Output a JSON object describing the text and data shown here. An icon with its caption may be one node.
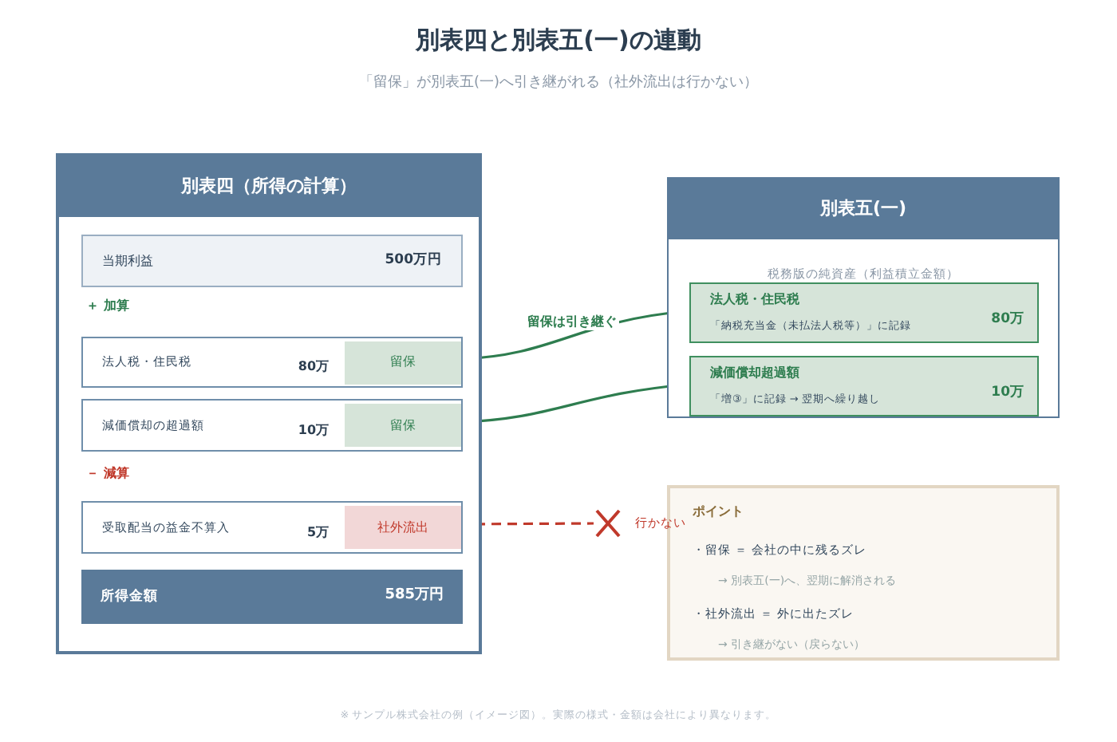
{
  "diagram": {
    "title": "別表四と別表五(一)の連動",
    "caption": "※ サンプル株式会社の例（イメージ図）。実際の様式・金額は会社により異なります。",
    "nodes": [
      {
        "text": [
          "別表四（所得の計算）"
        ]
      },
      {
        "text": [
          "当期利益",
          "500万円"
        ],
        "in": 0
      },
      {
        "text": [
          "法人税・住民税",
          "80万",
          "留保"
        ],
        "in": 0
      },
      {
        "text": [
          "減価償却の超過額",
          "10万",
          "留保"
        ],
        "in": 0
      },
      {
        "text": [
          "受取配当の益金不算入",
          "5万",
          "社外流出"
        ],
        "in": 0
      },
      {
        "text": [
          "所得金額",
          "585万円"
        ],
        "in": 0
      },
      {
        "text": [
          "別表五(一)",
          "税務版の純資産（利益積立金額）"
        ]
      },
      {
        "text": [
          "法人税・住民税",
          "「納税充当金（未払法人税等）」に記録",
          "80万"
        ],
        "in": 6
      },
      {
        "text": [
          "減価償却超過額",
          "「増③」に記録 → 翌期へ繰り越し",
          "10万"
        ],
        "in": 6
      },
      {
        "text": [
          "ポイント",
          "・留保 ＝ 会社の中に残るズレ",
          "→ 別表五(一)へ、翌期に解消される",
          "・社外流出 ＝ 外に出たズレ",
          "→ 引き継がない（戻らない）"
        ]
      },
      {
        "text": [],
        "shape": "cross"
      }
    ],
    "edges": [
      {
        "from": 2,
        "to": 7,
        "arrow": "to",
        "label": "留保は引き継ぐ"
      },
      {
        "from": 3,
        "to": 8,
        "arrow": "to"
      },
      {
        "from": 4,
        "to": 10,
        "arrow": "none",
        "style": "dashed",
        "color": "#c0392b"
      }
    ],
    "labels": [
      "「留保」が別表五(一)へ引き継がれる（社外流出は行かない）",
      "＋ 加算",
      "－ 減算",
      "行かない"
    ]
  }
}
